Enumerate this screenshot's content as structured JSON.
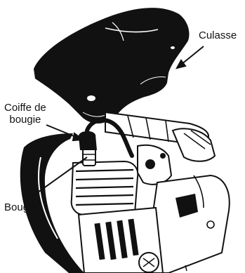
{
  "labels": {
    "culasse": "Culasse",
    "coiffe_line1": "Coiffe de",
    "coiffe_line2": "bougie",
    "bougie": "Bougie"
  },
  "colors": {
    "ink": "#111111",
    "paper": "#ffffff"
  }
}
